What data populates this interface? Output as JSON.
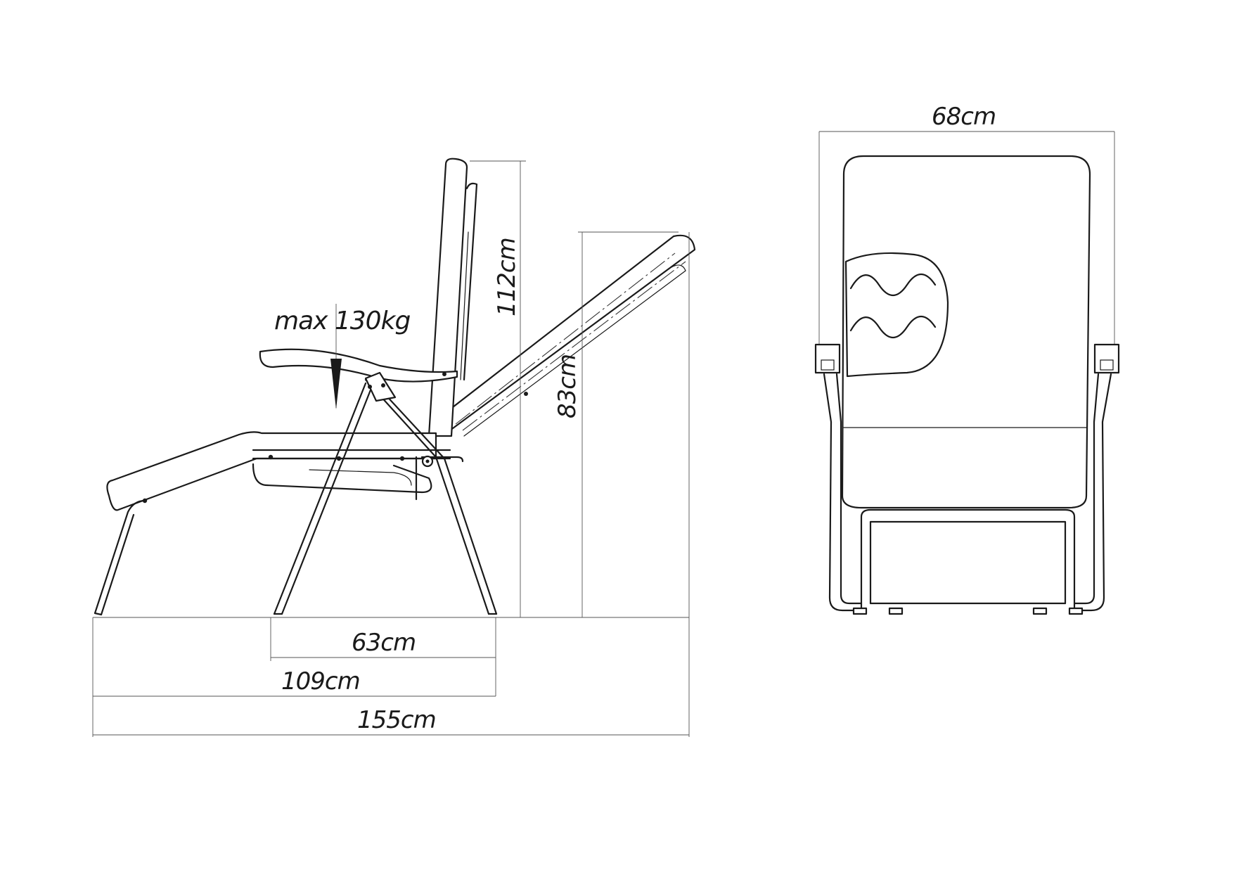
{
  "labels": {
    "max_load": "max 130kg",
    "height_upright": "112cm",
    "height_reclined": "83cm",
    "depth_legs": "63cm",
    "depth_upright": "109cm",
    "length_reclined": "155cm",
    "width_front": "68cm"
  }
}
